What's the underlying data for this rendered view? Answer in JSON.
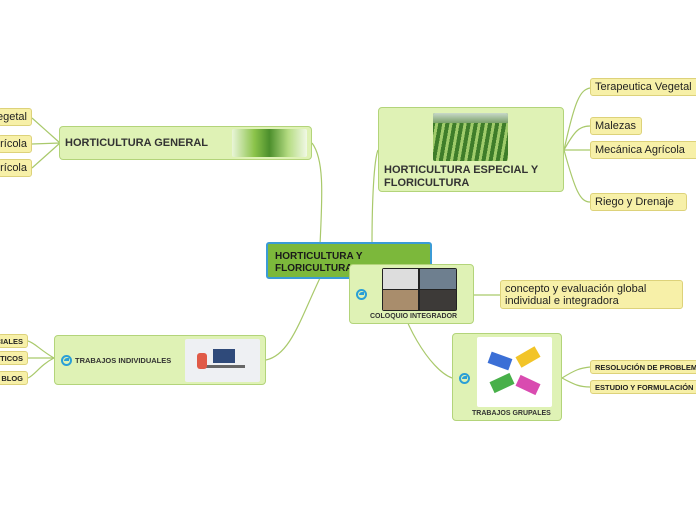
{
  "central": {
    "title": "HORTICULTURA Y FLORICULTURA"
  },
  "general": {
    "title": "HORTICULTURA GENERAL",
    "leaves": [
      "egetal",
      "rícola",
      "rícola"
    ]
  },
  "especial": {
    "title": "HORTICULTURA ESPECIAL Y FLORICULTURA",
    "leaves": [
      "Terapeutica Vegetal",
      "Malezas",
      "Mecánica Agrícola",
      "Riego y Drenaje"
    ]
  },
  "coloquio": {
    "title": "COLOQUIO INTEGRADOR",
    "leaf": "concepto y evaluación global individual e integradora"
  },
  "individuales": {
    "title": "TRABAJOS INDIVIDUALES",
    "leaves": [
      "CIALES",
      "TICOS",
      "BLOG"
    ]
  },
  "grupales": {
    "title": "TRABAJOS GRUPALES",
    "leaves": [
      "RESOLUCIÓN DE PROBLEMAS",
      "ESTUDIO Y FORMULACIÓN"
    ]
  },
  "colors": {
    "central_fill": "#7cb83b",
    "central_border": "#3b9bd6",
    "branch_fill": "#dff2b5",
    "leaf_fill": "#f7f0a8",
    "link": "#a9c96b"
  }
}
